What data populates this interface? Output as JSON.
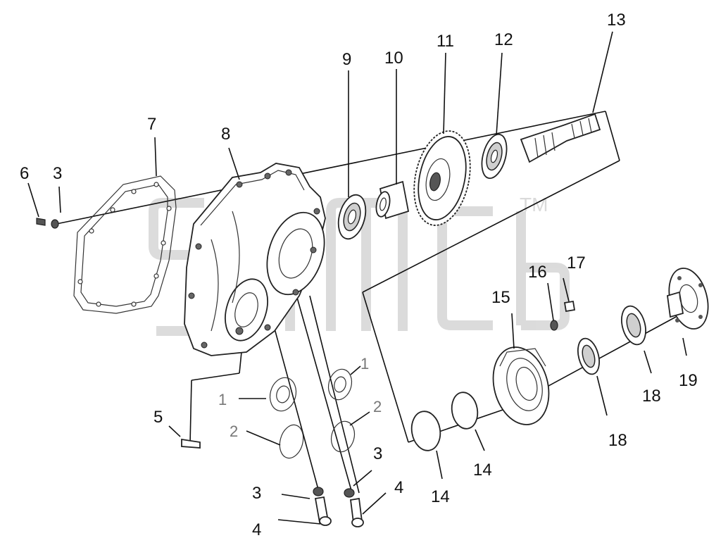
{
  "callouts": {
    "c1a": "1",
    "c1b": "1",
    "c2a": "2",
    "c2b": "2",
    "c3a": "3",
    "c3b": "3",
    "c3c": "3",
    "c4a": "4",
    "c4b": "4",
    "c5": "5",
    "c6": "6",
    "c7": "7",
    "c8": "8",
    "c9": "9",
    "c10": "10",
    "c11": "11",
    "c12": "12",
    "c13": "13",
    "c14a": "14",
    "c14b": "14",
    "c15": "15",
    "c16": "16",
    "c17": "17",
    "c18a": "18",
    "c18b": "18",
    "c19": "19"
  },
  "watermark": {
    "tm": "TM"
  }
}
